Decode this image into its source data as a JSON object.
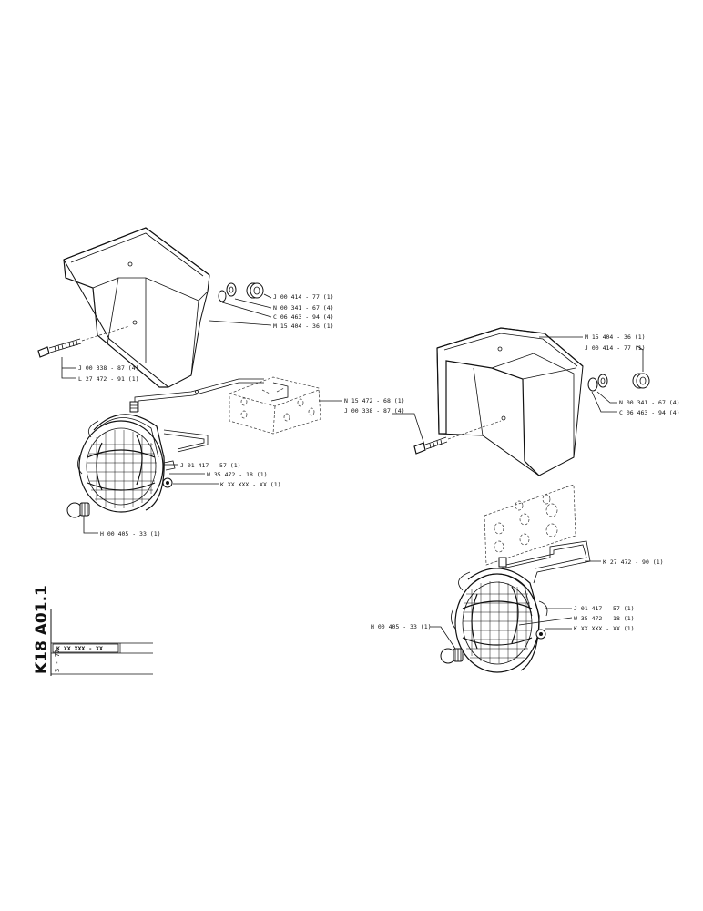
{
  "left_assembly": {
    "labels": {
      "j00414": "J 00 414 - 77 (1)",
      "n00341": "N 00 341 - 67 (4)",
      "c06463": "C 06 463 - 94 (4)",
      "m15404": "M 15 404 - 36 (1)",
      "j00338": "J 00 338 - 87 (4)",
      "l27472": "L 27 472 - 91 (1)",
      "n15472": "N 15 472 - 68 (1)",
      "j00338b": "J 00 338 - 87 (4)",
      "j01417": "J 01 417 - 57 (1)",
      "w35472": "W 35 472 - 18 (1)",
      "kxx": "K XX XXX - XX (1)",
      "h00405": "H 00 405 - 33 (1)"
    }
  },
  "right_assembly": {
    "labels": {
      "m15404": "M 15 404 - 36 (1)",
      "j00414": "J 00 414 - 77 (1)",
      "n00341": "N 00 341 - 67 (4)",
      "c06463": "C 06 463 - 94 (4)",
      "k27472": "K 27 472 - 90 (1)",
      "j01417": "J 01 417 - 57 (1)",
      "w35472": "W 35 472 - 18 (1)",
      "kxx": "K XX XXX - XX (1)",
      "h00405": "H 00 405 - 33 (1)"
    }
  },
  "title_block": {
    "drawing_number": "K18 A01.1",
    "part_code": "K XX XXX - XX",
    "date": "3 - 77"
  }
}
